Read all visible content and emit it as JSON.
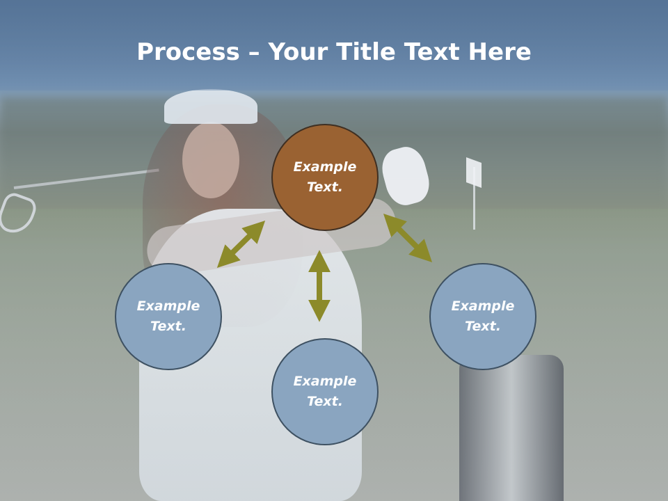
{
  "slide": {
    "title_bold": "Process",
    "title_rest": " – Your Title Text Here"
  },
  "diagram": {
    "nodes": [
      {
        "id": "top",
        "label": "Example Text.",
        "role": "center"
      },
      {
        "id": "left",
        "label": "Example Text."
      },
      {
        "id": "bottom",
        "label": "Example Text."
      },
      {
        "id": "right",
        "label": "Example Text."
      }
    ],
    "edges": [
      {
        "from": "top",
        "to": "left",
        "style": "double-arrow"
      },
      {
        "from": "top",
        "to": "bottom",
        "style": "double-arrow"
      },
      {
        "from": "top",
        "to": "right",
        "style": "double-arrow"
      }
    ]
  },
  "colors": {
    "center_node": "#9a6232",
    "outer_node": "#8aa5c0",
    "arrow": "#8c8a2a",
    "title_text": "#ffffff"
  }
}
